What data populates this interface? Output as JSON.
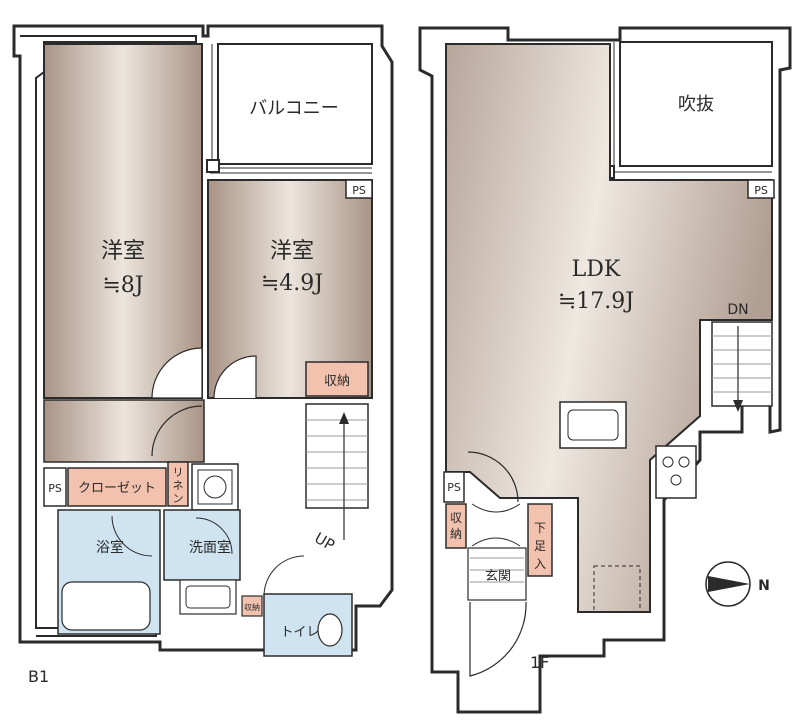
{
  "floors": {
    "b1": {
      "label": "B1",
      "rooms": {
        "bedroom1_name": "洋室",
        "bedroom1_size": "≒8J",
        "bedroom2_name": "洋室",
        "bedroom2_size": "≒4.9J",
        "balcony": "バルコニー",
        "ps_top": "PS",
        "storage": "収納",
        "ps_left": "PS",
        "closet": "クローゼット",
        "linen_1": "リ",
        "linen_2": "ネ",
        "linen_3": "ン",
        "bath": "浴室",
        "washroom": "洗面室",
        "storage_small": "収納",
        "toilet": "トイレ",
        "stairs_up": "UP"
      }
    },
    "f1": {
      "label": "1F",
      "rooms": {
        "void": "吹抜",
        "ps_top": "PS",
        "ldk_name": "LDK",
        "ldk_size": "≒17.9J",
        "stairs_down": "DN",
        "ps_left": "PS",
        "storage_1": "収",
        "storage_2": "納",
        "shoe_1": "下",
        "shoe_2": "足",
        "shoe_3": "入",
        "entrance": "玄関"
      }
    }
  },
  "compass": {
    "north": "N"
  },
  "colors": {
    "wall": "#2b2b2b",
    "wood": "#b9a89c",
    "wood_light": "#e6ddd3",
    "bath": "#cfe3f0",
    "storage": "#f2c2ae",
    "stairs": "#9a9a9a"
  }
}
